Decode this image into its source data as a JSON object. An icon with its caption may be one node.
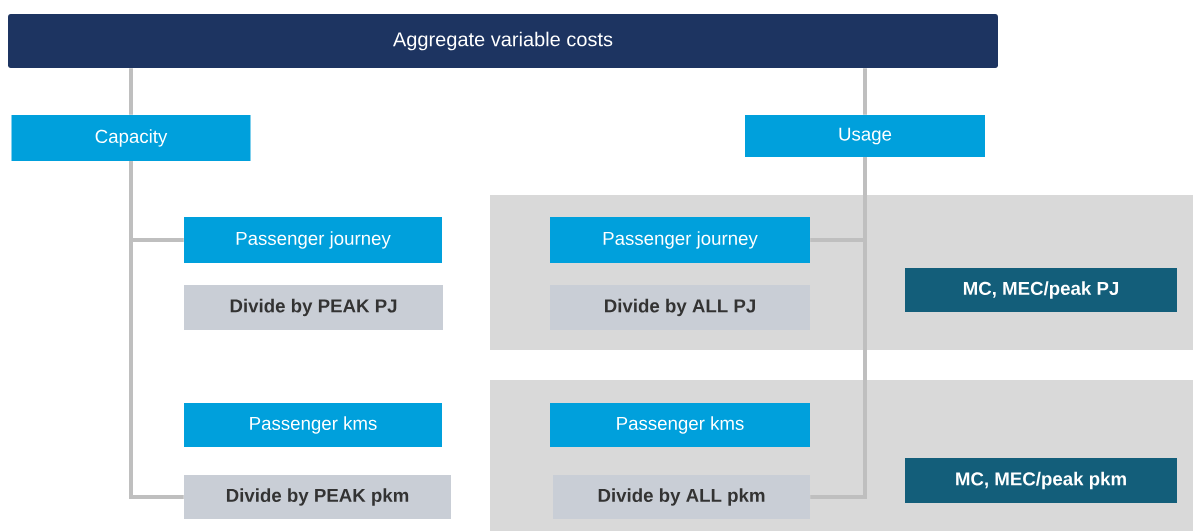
{
  "diagram": {
    "nodes": [
      {
        "text": [
          "Aggregate variable costs"
        ]
      },
      {
        "text": [
          "Capacity"
        ]
      },
      {
        "text": [
          "Usage"
        ]
      },
      {
        "text": [],
        "shape": "box"
      },
      {
        "text": [],
        "shape": "box"
      },
      {
        "text": [
          "Passenger journey"
        ]
      },
      {
        "text": [
          "Divide by PEAK PJ"
        ]
      },
      {
        "text": [
          "Passenger kms"
        ]
      },
      {
        "text": [
          "Divide by PEAK pkm"
        ]
      },
      {
        "text": [
          "Passenger journey"
        ],
        "in": 3
      },
      {
        "text": [
          "Divide by ALL PJ"
        ],
        "in": 3
      },
      {
        "text": [
          "MC, MEC/peak PJ"
        ],
        "in": 3
      },
      {
        "text": [
          "Passenger kms"
        ],
        "in": 4
      },
      {
        "text": [
          "Divide by ALL pkm"
        ],
        "in": 4
      },
      {
        "text": [
          "MC, MEC/peak pkm"
        ],
        "in": 4
      }
    ],
    "edges": [
      {
        "from": 0,
        "to": 1,
        "arrow": "none"
      },
      {
        "from": 0,
        "to": 2,
        "arrow": "none"
      },
      {
        "from": 1,
        "to": 5,
        "arrow": "none"
      },
      {
        "from": 1,
        "to": 8,
        "arrow": "none"
      },
      {
        "from": 2,
        "to": 9,
        "arrow": "none"
      },
      {
        "from": 2,
        "to": 13,
        "arrow": "none"
      }
    ]
  }
}
